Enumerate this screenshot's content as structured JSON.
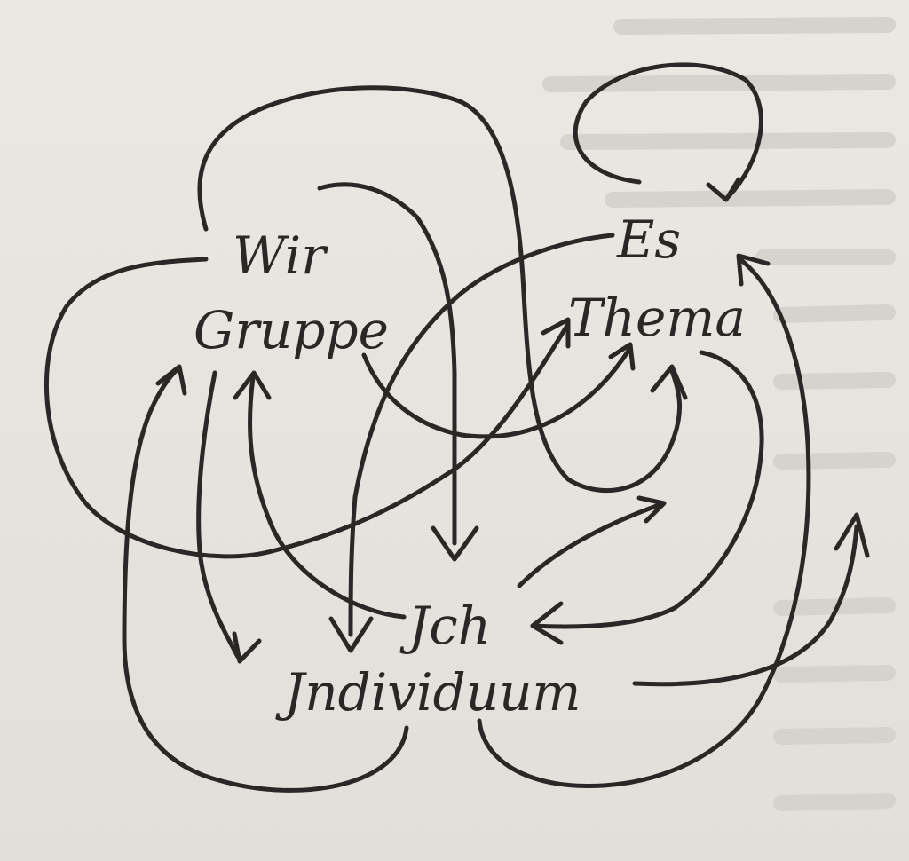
{
  "nodes": {
    "wir": "Wir",
    "gruppe": "Gruppe",
    "es": "Es",
    "thema": "Thema",
    "ich": "Jch",
    "individuum": "Jndividuum"
  },
  "edges": [
    {
      "name": "wir-to-thema",
      "from": "Wir",
      "to": "Thema",
      "direction": "forward"
    },
    {
      "name": "wir-to-ich",
      "from": "Wir",
      "to": "Jch",
      "direction": "forward"
    },
    {
      "name": "gruppe-to-thema",
      "from": "Gruppe",
      "to": "Thema",
      "direction": "forward"
    },
    {
      "name": "gruppe-to-individuum",
      "from": "Gruppe",
      "to": "Jndividuum",
      "direction": "forward"
    },
    {
      "name": "es-self-loop",
      "from": "Es",
      "to": "Es",
      "direction": "forward"
    },
    {
      "name": "es-to-individuum",
      "from": "Es",
      "to": "Jndividuum",
      "direction": "forward"
    },
    {
      "name": "thema-to-ich",
      "from": "Thema",
      "to": "Jch",
      "direction": "forward"
    },
    {
      "name": "ich-to-thema",
      "from": "Jch",
      "to": "Thema",
      "direction": "forward"
    },
    {
      "name": "ich-gruppe",
      "from": "Jch",
      "to": "Gruppe",
      "direction": "forward"
    },
    {
      "name": "individuum-to-gruppe",
      "from": "Jndividuum",
      "to": "Gruppe",
      "direction": "forward"
    },
    {
      "name": "individuum-to-es",
      "from": "Jndividuum",
      "to": "Es",
      "direction": "forward"
    },
    {
      "name": "individuum-outward",
      "from": "Jndividuum",
      "to": "",
      "direction": "forward"
    },
    {
      "name": "wir-to-thema-wide",
      "from": "Wir",
      "to": "Thema",
      "direction": "forward"
    }
  ],
  "colors": {
    "ink": "#2a2826",
    "paper": "#e9e6e1",
    "bleed_text": "#d6d3ce"
  }
}
